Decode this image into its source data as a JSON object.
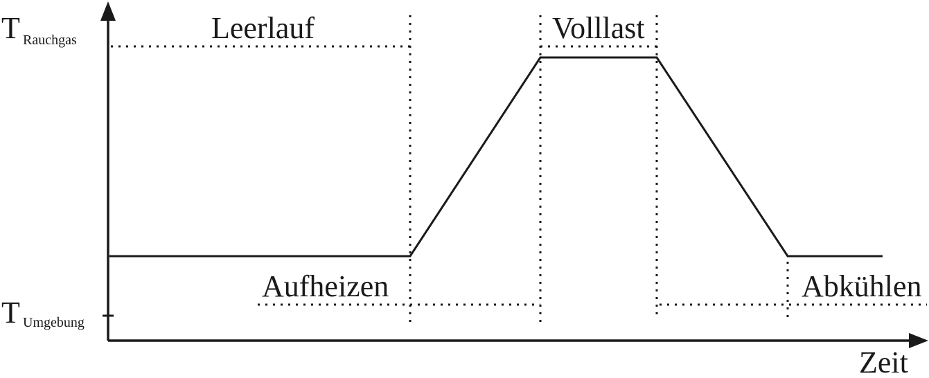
{
  "y_axis": {
    "top_label_main": "T",
    "top_label_sub": "Rauchgas",
    "bottom_label_main": "T",
    "bottom_label_sub": "Umgebung"
  },
  "x_axis": {
    "label": "Zeit"
  },
  "phases": {
    "idle": "Leerlauf",
    "heating": "Aufheizen",
    "full_load": "Volllast",
    "cooling": "Abkühlen"
  }
}
